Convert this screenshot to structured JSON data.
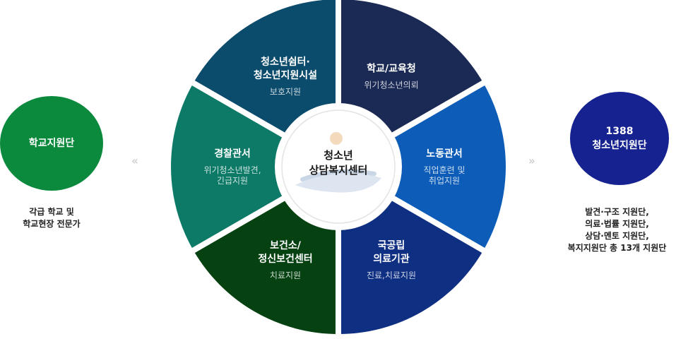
{
  "center": {
    "line1": "청소년",
    "line2": "상담복지센터"
  },
  "segments": [
    {
      "title1": "학교/교육청",
      "title2": "",
      "sub1": "위기청소년의뢰",
      "sub2": "",
      "color": "#1b2a55"
    },
    {
      "title1": "노동관서",
      "title2": "",
      "sub1": "직업훈련 및",
      "sub2": "취업지원",
      "color": "#0d5db8"
    },
    {
      "title1": "국공립",
      "title2": "의료기관",
      "sub1": "진료,치료지원",
      "sub2": "",
      "color": "#0e2f82"
    },
    {
      "title1": "보건소/",
      "title2": "정신보건센터",
      "sub1": "치료지원",
      "sub2": "",
      "color": "#064211"
    },
    {
      "title1": "경찰관서",
      "title2": "",
      "sub1": "위기청소년발견,",
      "sub2": "긴급지원",
      "color": "#0d7a68"
    },
    {
      "title1": "청소년쉼터·",
      "title2": "청소년지원시설",
      "sub1": "보호지원",
      "sub2": "",
      "color": "#0b4b6c"
    }
  ],
  "left": {
    "circle_label": "학교지원단",
    "desc": [
      "각급 학교 및",
      "학교현장 전문가"
    ],
    "color": "#0b8a3e"
  },
  "right": {
    "circle_label": [
      "1388",
      "청소년지원단"
    ],
    "desc": [
      "발견·구조 지원단,",
      "의료·법률 지원단,",
      "상담·멘토 지원단,",
      "복지지원단 총 13개 지원단"
    ],
    "color": "#15228f"
  },
  "arrows": {
    "left": "«",
    "right": "»"
  }
}
